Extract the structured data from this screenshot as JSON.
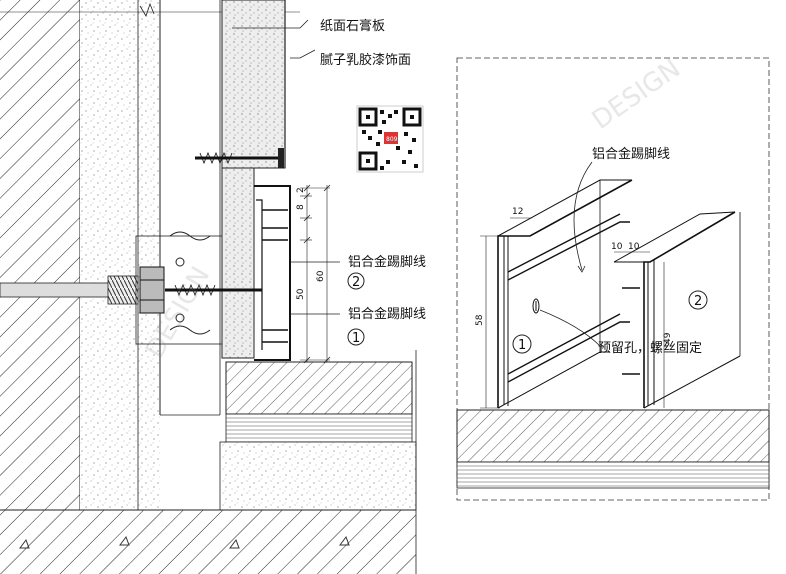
{
  "labels": {
    "gypsum_board": "纸面石膏板",
    "putty_paint": "腻子乳胶漆饰面",
    "skirting_2": "铝合金踢脚线",
    "skirting_1": "铝合金踢脚线",
    "skirting_detail": "铝合金踢脚线",
    "hole_note": "预留孔，螺丝固定"
  },
  "markers": {
    "one": "1",
    "two": "2"
  },
  "dims": {
    "d2": "2",
    "d8": "8",
    "d50": "50",
    "d60": "60",
    "d12": "12",
    "d10a": "10",
    "d10b": "10",
    "d58": "58",
    "d49": "49"
  },
  "watermark": "DESIGN",
  "qr_badge": "809"
}
